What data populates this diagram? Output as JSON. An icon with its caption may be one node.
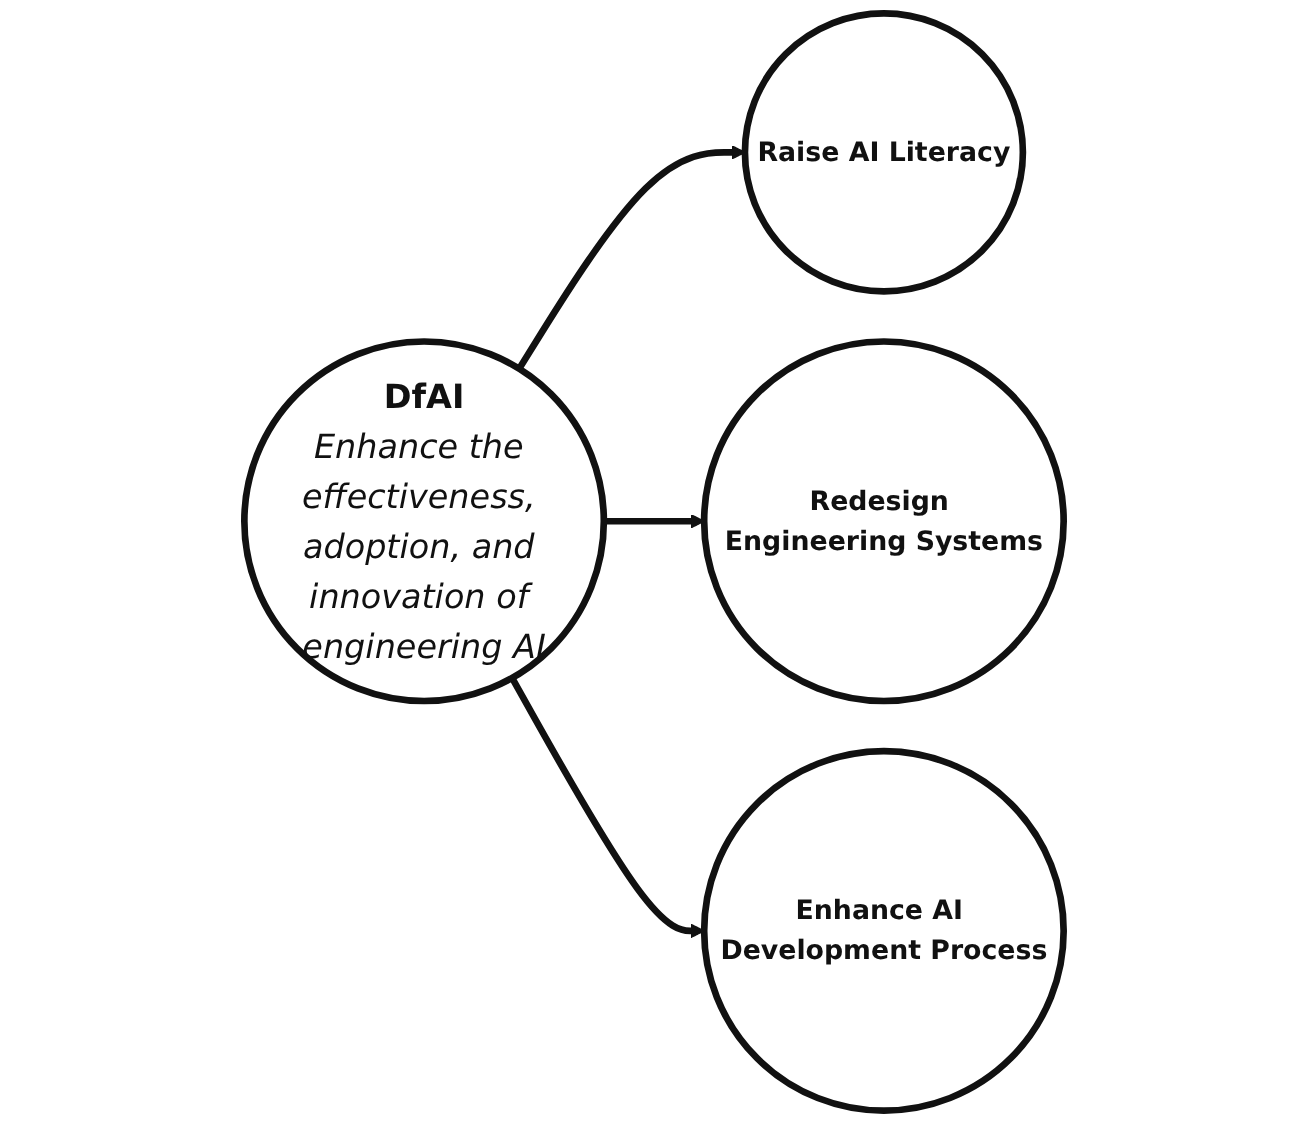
{
  "diagram": {
    "nodes": [
      {
        "text": [
          "DfAI",
          "Enhance the effectiveness, adoption, and innovation of engineering AI"
        ]
      },
      {
        "text": [
          "Raise AI Literacy"
        ]
      },
      {
        "text": [
          "Redesign Engineering Systems"
        ]
      },
      {
        "text": [
          "Enhance AI Development Process"
        ]
      }
    ],
    "edges": [
      {
        "from": 0,
        "to": 1,
        "arrow": "to"
      },
      {
        "from": 0,
        "to": 2,
        "arrow": "to"
      },
      {
        "from": 0,
        "to": 3,
        "arrow": "to"
      }
    ]
  }
}
